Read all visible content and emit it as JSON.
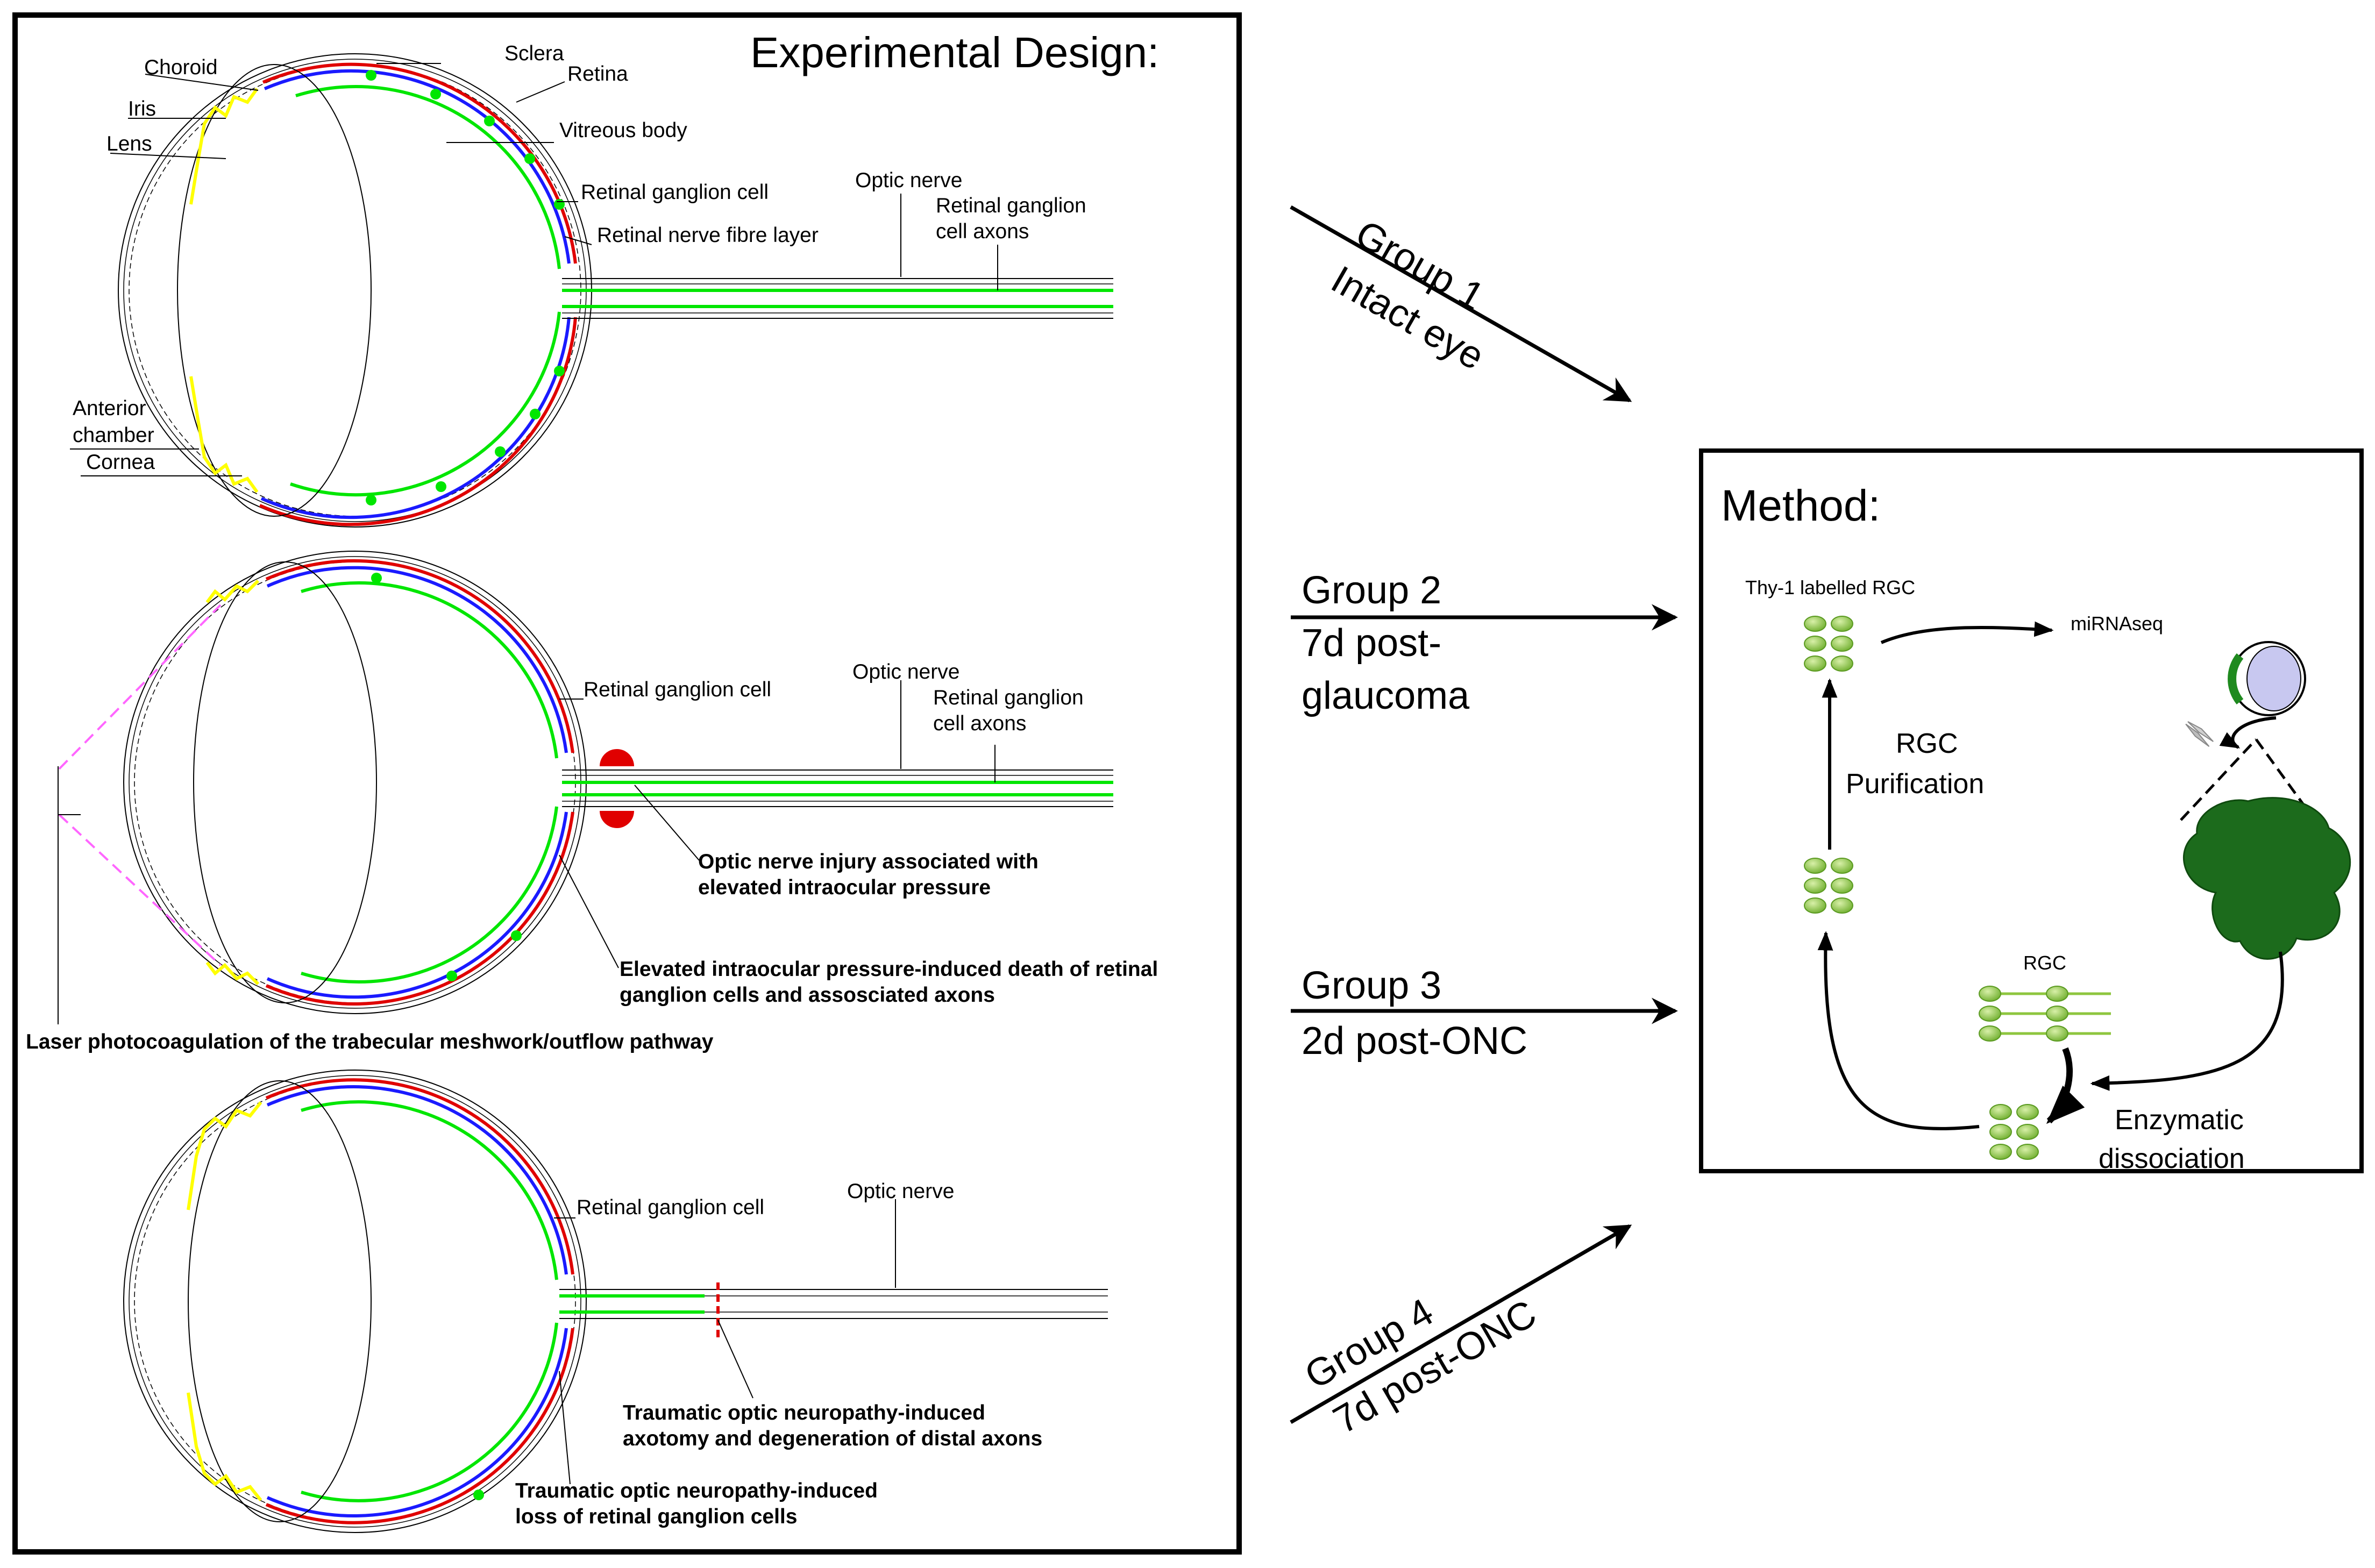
{
  "colors": {
    "retina_green": "#00e600",
    "sclera_red": "#e00000",
    "choroid_blue": "#1a1aff",
    "iris_yellow": "#ffff00",
    "injury_pink": "#ff66ff",
    "rgc_green": "#8ec63f",
    "retina_dark_green": "#1c6b1c",
    "lens_lavender": "#c8c8f0"
  },
  "experimental": {
    "title": "Experimental Design:",
    "eye1": {
      "choroid": "Choroid",
      "sclera": "Sclera",
      "retina": "Retina",
      "iris": "Iris",
      "lens": "Lens",
      "vitreous": "Vitreous body",
      "rgc": "Retinal ganglion cell",
      "rnfl": "Retinal nerve fibre layer",
      "optic_nerve": "Optic nerve",
      "axons_1": "Retinal ganglion",
      "axons_2": "cell axons",
      "anterior_1": "Anterior",
      "anterior_2": "chamber",
      "cornea": "Cornea"
    },
    "eye2": {
      "rgc": "Retinal ganglion cell",
      "optic_nerve": "Optic nerve",
      "axons_1": "Retinal ganglion",
      "axons_2": "cell axons",
      "injury_1": "Optic nerve injury associated with",
      "injury_2": "elevated intraocular pressure",
      "death_1": "Elevated intraocular pressure-induced death of retinal",
      "death_2": "ganglion cells and assosciated axons",
      "laser": "Laser photocoagulation of the trabecular meshwork/outflow pathway"
    },
    "eye3": {
      "rgc": "Retinal ganglion cell",
      "optic_nerve": "Optic nerve",
      "traumatic_1": "Traumatic optic neuropathy-induced",
      "traumatic_2": "axotomy and degeneration of distal axons",
      "loss_1": "Traumatic optic neuropathy-induced",
      "loss_2": "loss of retinal ganglion cells"
    }
  },
  "groups": [
    {
      "line1": "Group 1",
      "line2": "Intact eye"
    },
    {
      "line1": "Group 2",
      "line2": "7d post-",
      "line3": "glaucoma"
    },
    {
      "line1": "Group 3",
      "line2": "2d post-ONC"
    },
    {
      "line1": "Group 4",
      "line2": "7d post-ONC"
    }
  ],
  "method": {
    "title": "Method:",
    "thy1": "Thy-1 labelled RGC",
    "mirnaseq": "miRNAseq",
    "purification_1": "RGC",
    "purification_2": "Purification",
    "rgc": "RGC",
    "enzymatic_1": "Enzymatic",
    "enzymatic_2": "dissociation"
  }
}
